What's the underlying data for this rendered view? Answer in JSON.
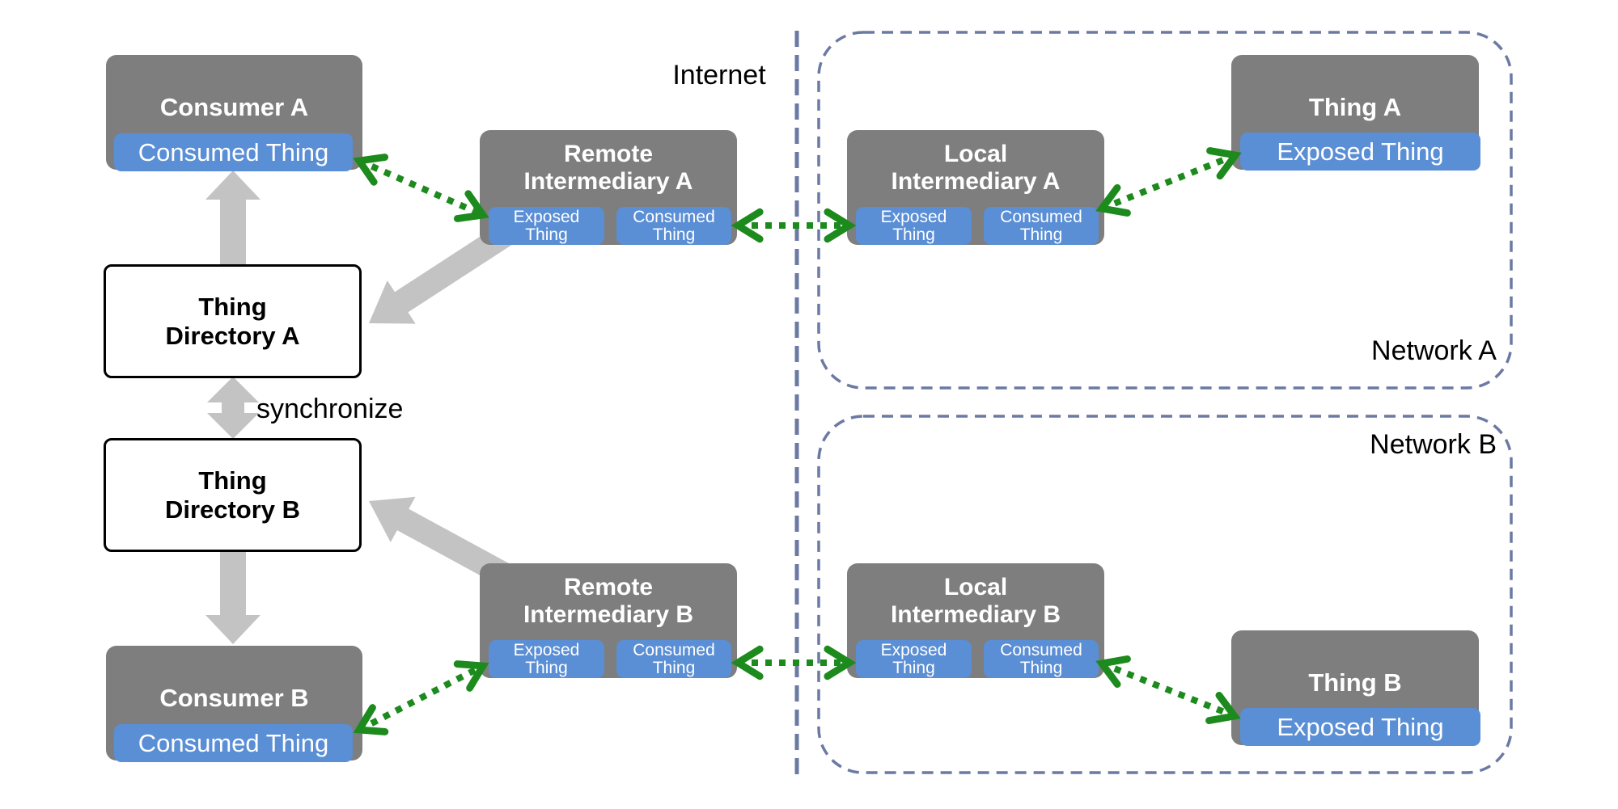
{
  "labels": {
    "internet": "Internet",
    "synchronize": "synchronize",
    "network_a": "Network A",
    "network_b": "Network B"
  },
  "nodes": {
    "consumer_a": {
      "title": "Consumer A",
      "sub": "Consumed Thing"
    },
    "consumer_b": {
      "title": "Consumer B",
      "sub": "Consumed Thing"
    },
    "thing_a": {
      "title": "Thing A",
      "sub": "Exposed Thing"
    },
    "thing_b": {
      "title": "Thing B",
      "sub": "Exposed Thing"
    },
    "thing_directory_a": {
      "line1": "Thing",
      "line2": "Directory A"
    },
    "thing_directory_b": {
      "line1": "Thing",
      "line2": "Directory B"
    },
    "remote_intermediary_a": {
      "line1": "Remote",
      "line2": "Intermediary A",
      "exposed": {
        "line1": "Exposed",
        "line2": "Thing"
      },
      "consumed": {
        "line1": "Consumed",
        "line2": "Thing"
      }
    },
    "remote_intermediary_b": {
      "line1": "Remote",
      "line2": "Intermediary B",
      "exposed": {
        "line1": "Exposed",
        "line2": "Thing"
      },
      "consumed": {
        "line1": "Consumed",
        "line2": "Thing"
      }
    },
    "local_intermediary_a": {
      "line1": "Local",
      "line2": "Intermediary A",
      "exposed": {
        "line1": "Exposed",
        "line2": "Thing"
      },
      "consumed": {
        "line1": "Consumed",
        "line2": "Thing"
      }
    },
    "local_intermediary_b": {
      "line1": "Local",
      "line2": "Intermediary B",
      "exposed": {
        "line1": "Exposed",
        "line2": "Thing"
      },
      "consumed": {
        "line1": "Consumed",
        "line2": "Thing"
      }
    }
  },
  "colors": {
    "node_gray": "#7e7e7e",
    "thing_blue": "#5a8ed5",
    "protocol_green": "#1d8a1d",
    "network_dash_blue": "#6b79a3",
    "arrow_gray": "#c3c3c3",
    "directory_border": "#000000"
  }
}
